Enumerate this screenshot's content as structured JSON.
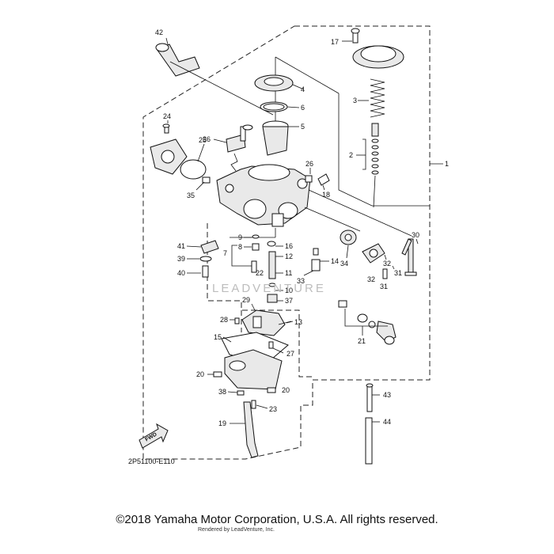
{
  "diagram_code": "2P51100-E110",
  "watermark": "LEADVENTURE",
  "fwd_label": "FWD",
  "copyright": "©2018 Yamaha Motor Corporation, U.S.A. All rights reserved.",
  "renderer_credit": "Rendered by LeadVenture, Inc.",
  "callouts": [
    "42",
    "17",
    "4",
    "3",
    "6",
    "5",
    "24",
    "25",
    "36",
    "2",
    "1",
    "26",
    "35",
    "18",
    "30",
    "41",
    "9",
    "8",
    "16",
    "12",
    "14",
    "39",
    "7",
    "34",
    "32",
    "31",
    "40",
    "22",
    "11",
    "33",
    "32",
    "31",
    "10",
    "37",
    "29",
    "28",
    "13",
    "21",
    "15",
    "27",
    "20",
    "38",
    "20",
    "23",
    "43",
    "19",
    "44"
  ]
}
